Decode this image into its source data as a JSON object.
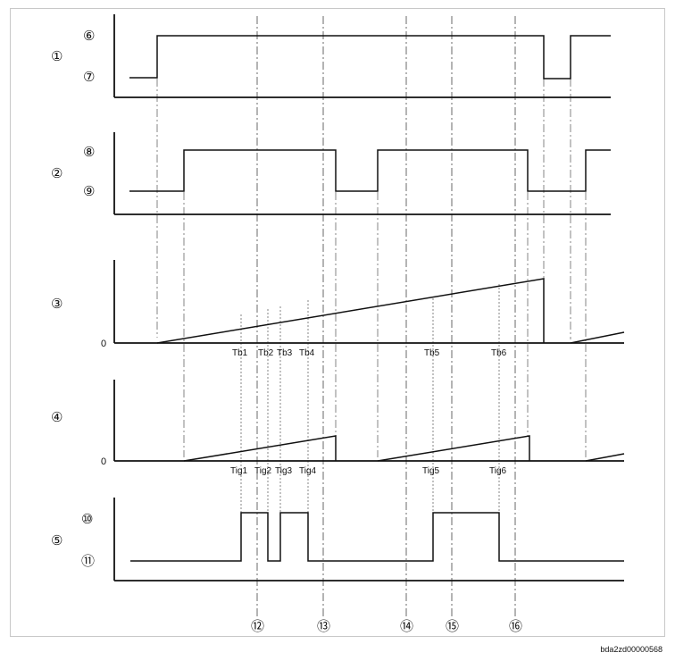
{
  "rows": [
    {
      "id": "r1",
      "marker": "①",
      "levels": [
        "⑥",
        "⑦"
      ]
    },
    {
      "id": "r2",
      "marker": "②",
      "levels": [
        "⑧",
        "⑨"
      ]
    },
    {
      "id": "r3",
      "marker": "③",
      "zero": "0",
      "tick_labels": [
        "Tb1",
        "Tb2",
        "Tb3",
        "Tb4",
        "Tb5",
        "Tb6"
      ]
    },
    {
      "id": "r4",
      "marker": "④",
      "zero": "0",
      "tick_labels": [
        "Tig1",
        "Tig2",
        "Tig3",
        "Tig4",
        "Tig5",
        "Tig6"
      ]
    },
    {
      "id": "r5",
      "marker": "⑤",
      "levels": [
        "⑩",
        "⑪"
      ]
    }
  ],
  "time_markers": [
    "⑫",
    "⑬",
    "⑭",
    "⑮",
    "⑯"
  ],
  "reference": "bda2zd00000568",
  "colors": {
    "line": "#111111",
    "dash": "#555555",
    "frame": "#c8c8c8"
  }
}
